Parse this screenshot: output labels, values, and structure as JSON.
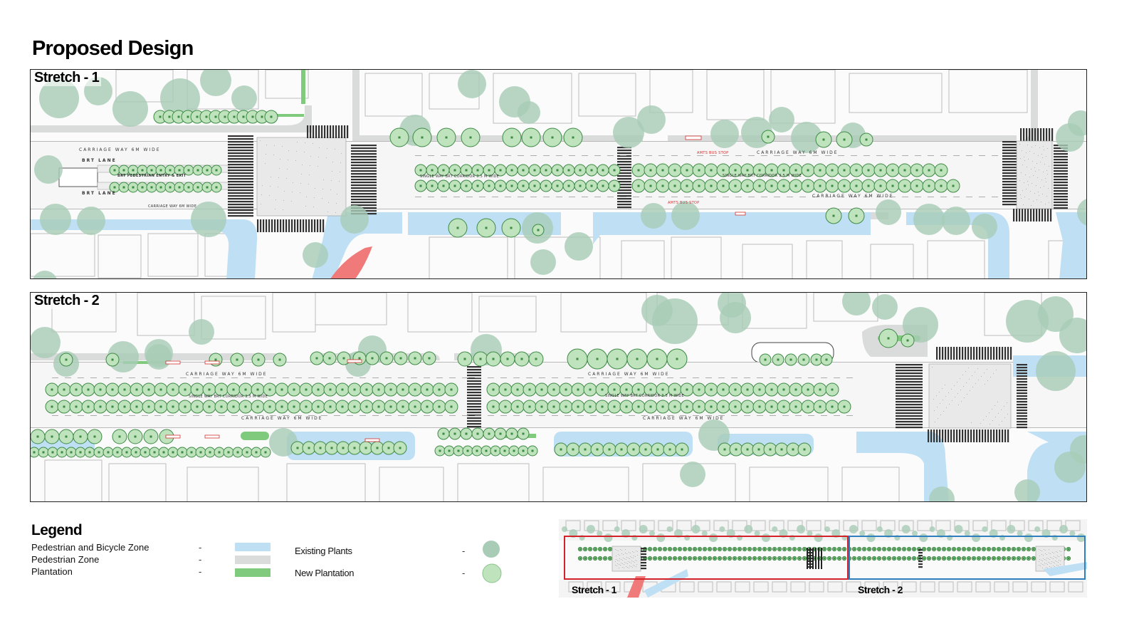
{
  "page": {
    "title": "Proposed Design"
  },
  "stretch1": {
    "label": "Stretch - 1",
    "labels": {
      "carriage_top": "CARRIAGE WAY 6M WIDE",
      "brt_lane_top": "BRT LANE",
      "brt_entry": "BRT PEDESTRIAN ENTRY & EXIT",
      "brt_lane_bottom": "BRT LANE",
      "carriage_left_bottom": "CARRIAGE WAY 6M WIDE",
      "amts_top": "AMTS BUS STOP",
      "carriage_mid": "CARRIAGE WAY 6M WIDE",
      "brt_corridor_a": "SINGLE WAY BRT CORRIDOR 3.5 M WIDE",
      "brt_corridor_b": "SINGLE WAY BRT CORRIDOR 3.5 M WIDE",
      "carriage_right": "CARRIAGE WAY 6M WIDE",
      "amts_bottom": "AMTS BUS STOP"
    }
  },
  "stretch2": {
    "label": "Stretch - 2",
    "labels": {
      "carriage_top_a": "CARRIAGE WAY 6M WIDE",
      "carriage_top_b": "CARRIAGE WAY 6M WIDE",
      "brt_corridor_a": "SINGLE WAY BRT CORRIDOR 3.5 M WIDE",
      "brt_corridor_b": "SINGLE WAY BRT CORRIDOR 3.5 M WIDE",
      "carriage_bottom_a": "CARRIAGE WAY 6M WIDE",
      "carriage_bottom_b": "CARRIAGE WAY 6M WIDE"
    }
  },
  "legend": {
    "title": "Legend",
    "zones": [
      {
        "label": "Pedestrian and Bicycle Zone",
        "dash": "-",
        "color": "#bfe0f4"
      },
      {
        "label": "Pedestrian Zone",
        "dash": "-",
        "color": "#d9dcdb"
      },
      {
        "label": "Plantation",
        "dash": "-",
        "color": "#7fca7d"
      }
    ],
    "plants": [
      {
        "label": "Existing Plants",
        "dash": "-",
        "icon": "existing-tree-icon",
        "color": "#a8ccb6"
      },
      {
        "label": "New Plantation",
        "dash": "-",
        "icon": "new-tree-icon",
        "color": "#bfe3bc"
      }
    ]
  },
  "keymap": {
    "stretch1_label": "Stretch - 1",
    "stretch2_label": "Stretch - 2",
    "stretch1_color": "#d3222a",
    "stretch2_color": "#2f7fbf"
  },
  "colors": {
    "ped_bicycle": "#bfe0f4",
    "ped_zone": "#d9dcdb",
    "plantation": "#7fca7d",
    "existing_tree": "#a8ccb6",
    "new_tree": "#bfe3bc",
    "hazard": "#f07a7a"
  }
}
